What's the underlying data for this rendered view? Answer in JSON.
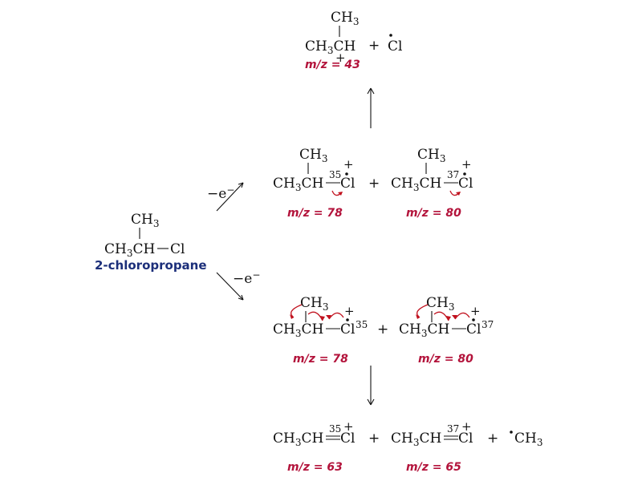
{
  "reactant": {
    "branch": "CH",
    "branch_sub": "3",
    "main_a": "CH",
    "main_sub": "3",
    "main_b": "CH",
    "atom": "Cl",
    "name": "2-chloropropane"
  },
  "ionization": {
    "label": "−e",
    "sup": "−"
  },
  "product_top": {
    "branch": "CH",
    "branch_sub": "3",
    "main_a": "CH",
    "main_sub": "3",
    "main_b": "CH",
    "charge": "+",
    "plus": "+",
    "radical_atom": "Cl",
    "mz": "m/z = 43"
  },
  "upper_row": [
    {
      "branch": "CH",
      "branch_sub": "3",
      "main_a": "CH",
      "main_sub": "3",
      "main_b": "CH",
      "isotope": "35",
      "atom": "Cl",
      "charge": "+",
      "mz": "m/z = 78"
    },
    {
      "branch": "CH",
      "branch_sub": "3",
      "main_a": "CH",
      "main_sub": "3",
      "main_b": "CH",
      "isotope": "37",
      "atom": "Cl",
      "charge": "+",
      "mz": "m/z = 80"
    }
  ],
  "upper_plus": "+",
  "lower_row": [
    {
      "branch": "CH",
      "branch_sub": "3",
      "main_a": "CH",
      "main_sub": "3",
      "main_b": "CH",
      "isotope": "35",
      "atom": "Cl",
      "charge": "+",
      "mz": "m/z = 78"
    },
    {
      "branch": "CH",
      "branch_sub": "3",
      "main_a": "CH",
      "main_sub": "3",
      "main_b": "CH",
      "isotope": "37",
      "atom": "Cl",
      "charge": "+",
      "mz": "m/z = 80"
    }
  ],
  "lower_plus": "+",
  "bottom_row": [
    {
      "main_a": "CH",
      "main_sub": "3",
      "main_b": "CH",
      "isotope": "35",
      "atom": "Cl",
      "charge": "+",
      "mz": "m/z = 63"
    },
    {
      "main_a": "CH",
      "main_sub": "3",
      "main_b": "CH",
      "isotope": "37",
      "atom": "Cl",
      "charge": "+",
      "mz": "m/z = 65"
    }
  ],
  "bottom_plus_1": "+",
  "bottom_plus_2": "+",
  "methyl_radical": {
    "main": "CH",
    "sub": "3"
  }
}
